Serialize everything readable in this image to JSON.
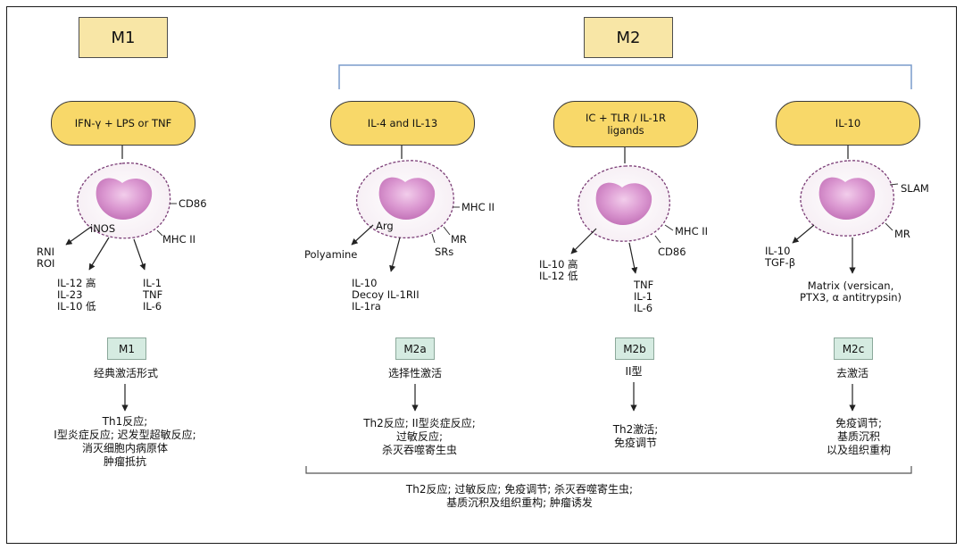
{
  "headers": {
    "m1": "M1",
    "m2": "M2"
  },
  "stimuli": {
    "m1": "IFN-γ + LPS or TNF",
    "m2a": "IL-4 and IL-13",
    "m2b": "IC + TLR / IL-1R\nligands",
    "m2c": "IL-10"
  },
  "cells": {
    "m1": {
      "surface": [
        "CD86",
        "MHC II"
      ],
      "inner": "iNOS",
      "left": "RNI\nROI",
      "mid": "IL-12 高\nIL-23\nIL-10 低",
      "right": "IL-1\nTNF\nIL-6"
    },
    "m2a": {
      "surface": [
        "MHC II",
        "MR",
        "SRs"
      ],
      "inner": "Arg",
      "left": "Polyamine",
      "mid": "IL-10\nDecoy IL-1RII\nIL-1ra"
    },
    "m2b": {
      "surface": [
        "MHC II",
        "CD86"
      ],
      "left": "IL-10 高\nIL-12 低",
      "mid": "TNF\nIL-1\nIL-6"
    },
    "m2c": {
      "surface": [
        "SLAM",
        "MR"
      ],
      "left": "IL-10\nTGF-β",
      "mid": "Matrix (versican,\nPTX3, α antitrypsin)"
    }
  },
  "subtypes": {
    "m1": {
      "label": "M1",
      "activation": "经典激活形式",
      "functions": "Th1反应;\nI型炎症反应; 迟发型超敏反应;\n消灭细胞内病原体\n肿瘤抵抗"
    },
    "m2a": {
      "label": "M2a",
      "activation": "选择性激活",
      "functions": "Th2反应; II型炎症反应;\n过敏反应;\n杀灭吞噬寄生虫"
    },
    "m2b": {
      "label": "M2b",
      "activation": "II型",
      "functions": "Th2激活;\n免疫调节"
    },
    "m2c": {
      "label": "M2c",
      "activation": "去激活",
      "functions": "免疫调节;\n基质沉积\n以及组织重构"
    }
  },
  "summary": "Th2反应; 过敏反应; 免疫调节; 杀灭吞噬寄生虫;\n基质沉积及组织重构; 肿瘤诱发",
  "colors": {
    "header_fill": "#f8e6a6",
    "pill_fill": "#f8d869",
    "subtype_fill": "#d5ebe1",
    "nucleus": "#d58fcb",
    "bracket": "#7a9ccc"
  }
}
